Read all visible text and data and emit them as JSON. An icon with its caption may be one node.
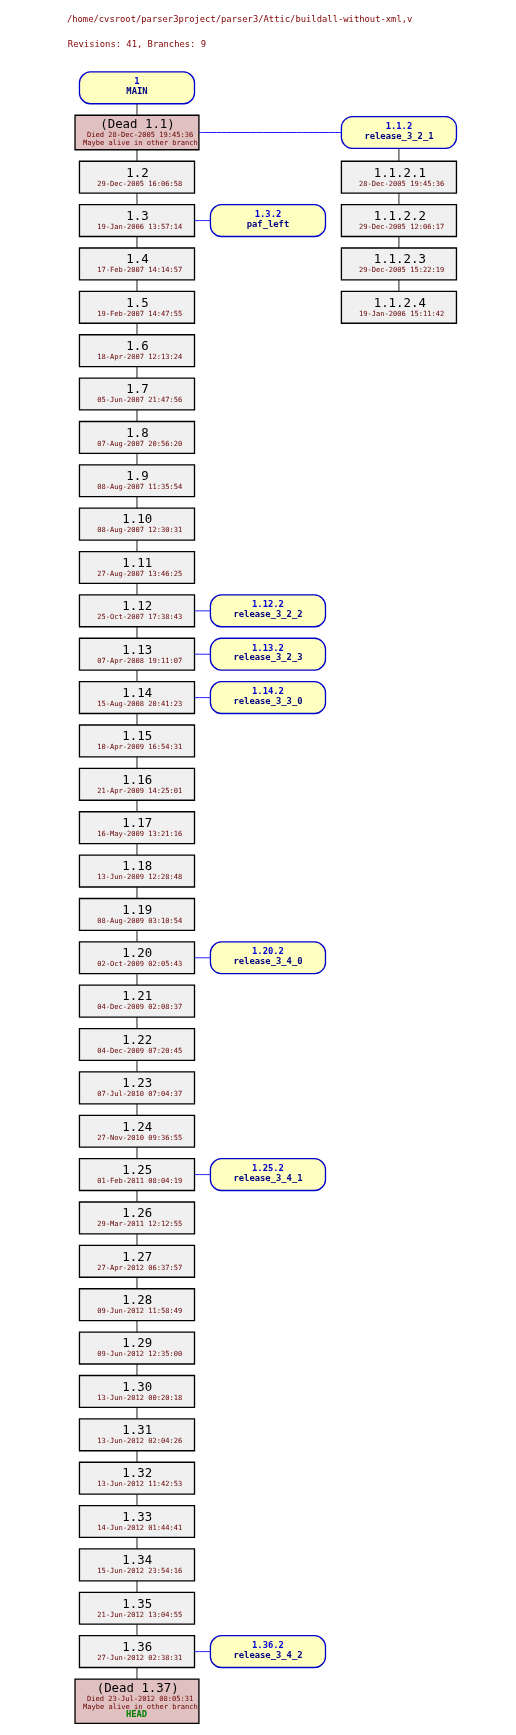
{
  "diagram": {
    "title": "/home/cvsroot/parser3project/parser3/Attic/buildall-without-xml,v",
    "labels": [
      "Revisions: 41, Branches: 9"
    ],
    "nodes": [
      {
        "text": [
          "1",
          "MAIN"
        ]
      },
      {
        "text": [
          "(Dead 1.1)",
          "Died 28-Dec-2005 19:45:36",
          "Maybe alive in other branch"
        ]
      },
      {
        "text": [
          "1.1.2",
          "release_3_2_1"
        ]
      },
      {
        "text": [
          "1.1.2.1",
          "28-Dec-2005 19:45:36"
        ]
      },
      {
        "text": [
          "1.1.2.2",
          "29-Dec-2005 12:06:17"
        ]
      },
      {
        "text": [
          "1.1.2.3",
          "29-Dec-2005 15:22:19"
        ]
      },
      {
        "text": [
          "1.1.2.4",
          "19-Jan-2006 15:11:42"
        ]
      },
      {
        "text": [
          "1.2",
          "29-Dec-2005 16:06:58"
        ]
      },
      {
        "text": [
          "1.3",
          "19-Jan-2006 13:57:14"
        ]
      },
      {
        "text": [
          "1.3.2",
          "paf_left"
        ]
      },
      {
        "text": [
          "1.4",
          "17-Feb-2007 14:14:57"
        ]
      },
      {
        "text": [
          "1.5",
          "19-Feb-2007 14:47:55"
        ]
      },
      {
        "text": [
          "1.6",
          "18-Apr-2007 12:13:24"
        ]
      },
      {
        "text": [
          "1.7",
          "05-Jun-2007 21:47:56"
        ]
      },
      {
        "text": [
          "1.8",
          "07-Aug-2007 20:56:20"
        ]
      },
      {
        "text": [
          "1.9",
          "08-Aug-2007 11:35:54"
        ]
      },
      {
        "text": [
          "1.10",
          "08-Aug-2007 12:30:31"
        ]
      },
      {
        "text": [
          "1.11",
          "27-Aug-2007 13:46:25"
        ]
      },
      {
        "text": [
          "1.12",
          "25-Oct-2007 17:38:43"
        ]
      },
      {
        "text": [
          "1.12.2",
          "release_3_2_2"
        ]
      },
      {
        "text": [
          "1.13",
          "07-Apr-2008 19:11:07"
        ]
      },
      {
        "text": [
          "1.13.2",
          "release_3_2_3"
        ]
      },
      {
        "text": [
          "1.14",
          "15-Aug-2008 20:41:23"
        ]
      },
      {
        "text": [
          "1.14.2",
          "release_3_3_0"
        ]
      },
      {
        "text": [
          "1.15",
          "10-Apr-2009 16:54:31"
        ]
      },
      {
        "text": [
          "1.16",
          "21-Apr-2009 14:25:01"
        ]
      },
      {
        "text": [
          "1.17",
          "16-May-2009 13:21:16"
        ]
      },
      {
        "text": [
          "1.18",
          "13-Jun-2009 12:28:48"
        ]
      },
      {
        "text": [
          "1.19",
          "08-Aug-2009 03:10:54"
        ]
      },
      {
        "text": [
          "1.20",
          "02-Oct-2009 02:05:43"
        ]
      },
      {
        "text": [
          "1.20.2",
          "release_3_4_0"
        ]
      },
      {
        "text": [
          "1.21",
          "04-Dec-2009 02:08:37"
        ]
      },
      {
        "text": [
          "1.22",
          "04-Dec-2009 07:20:45"
        ]
      },
      {
        "text": [
          "1.23",
          "07-Jul-2010 07:04:37"
        ]
      },
      {
        "text": [
          "1.24",
          "27-Nov-2010 09:36:55"
        ]
      },
      {
        "text": [
          "1.25",
          "01-Feb-2011 08:04:19"
        ]
      },
      {
        "text": [
          "1.25.2",
          "release_3_4_1"
        ]
      },
      {
        "text": [
          "1.26",
          "29-Mar-2011 12:12:55"
        ]
      },
      {
        "text": [
          "1.27",
          "27-Apr-2012 06:37:57"
        ]
      },
      {
        "text": [
          "1.28",
          "09-Jun-2012 11:58:49"
        ]
      },
      {
        "text": [
          "1.29",
          "09-Jun-2012 12:35:00"
        ]
      },
      {
        "text": [
          "1.30",
          "13-Jun-2012 00:20:18"
        ]
      },
      {
        "text": [
          "1.31",
          "13-Jun-2012 02:04:26"
        ]
      },
      {
        "text": [
          "1.32",
          "13-Jun-2012 11:42:53"
        ]
      },
      {
        "text": [
          "1.33",
          "14-Jun-2012 01:44:41"
        ]
      },
      {
        "text": [
          "1.34",
          "15-Jun-2012 23:54:16"
        ]
      },
      {
        "text": [
          "1.35",
          "21-Jun-2012 13:04:55"
        ]
      },
      {
        "text": [
          "1.36",
          "27-Jun-2012 02:38:31"
        ]
      },
      {
        "text": [
          "1.36.2",
          "release_3_4_2"
        ]
      },
      {
        "text": [
          "(Dead 1.37)",
          "Died 23-Jul-2012 08:05:31",
          "Maybe alive in other branch",
          "HEAD"
        ]
      }
    ],
    "edges": [
      {
        "from": 0,
        "to": 1,
        "arrow": "none"
      },
      {
        "from": 1,
        "to": 2,
        "arrow": "none",
        "color": "#0000ff"
      },
      {
        "from": 2,
        "to": 3,
        "arrow": "none"
      },
      {
        "from": 3,
        "to": 4,
        "arrow": "none"
      },
      {
        "from": 4,
        "to": 5,
        "arrow": "none"
      },
      {
        "from": 5,
        "to": 6,
        "arrow": "none"
      },
      {
        "from": 1,
        "to": 7,
        "arrow": "none"
      },
      {
        "from": 7,
        "to": 8,
        "arrow": "none"
      },
      {
        "from": 8,
        "to": 9,
        "arrow": "none",
        "color": "#0000ff"
      },
      {
        "from": 8,
        "to": 10,
        "arrow": "none"
      },
      {
        "from": 10,
        "to": 11,
        "arrow": "none"
      },
      {
        "from": 11,
        "to": 12,
        "arrow": "none"
      },
      {
        "from": 12,
        "to": 13,
        "arrow": "none"
      },
      {
        "from": 13,
        "to": 14,
        "arrow": "none"
      },
      {
        "from": 14,
        "to": 15,
        "arrow": "none"
      },
      {
        "from": 15,
        "to": 16,
        "arrow": "none"
      },
      {
        "from": 16,
        "to": 17,
        "arrow": "none"
      },
      {
        "from": 17,
        "to": 18,
        "arrow": "none"
      },
      {
        "from": 18,
        "to": 19,
        "arrow": "none",
        "color": "#0000ff"
      },
      {
        "from": 18,
        "to": 20,
        "arrow": "none"
      },
      {
        "from": 20,
        "to": 21,
        "arrow": "none",
        "color": "#0000ff"
      },
      {
        "from": 20,
        "to": 22,
        "arrow": "none"
      },
      {
        "from": 22,
        "to": 23,
        "arrow": "none",
        "color": "#0000ff"
      },
      {
        "from": 22,
        "to": 24,
        "arrow": "none"
      },
      {
        "from": 24,
        "to": 25,
        "arrow": "none"
      },
      {
        "from": 25,
        "to": 26,
        "arrow": "none"
      },
      {
        "from": 26,
        "to": 27,
        "arrow": "none"
      },
      {
        "from": 27,
        "to": 28,
        "arrow": "none"
      },
      {
        "from": 28,
        "to": 29,
        "arrow": "none"
      },
      {
        "from": 29,
        "to": 30,
        "arrow": "none",
        "color": "#0000ff"
      },
      {
        "from": 29,
        "to": 31,
        "arrow": "none"
      },
      {
        "from": 31,
        "to": 32,
        "arrow": "none"
      },
      {
        "from": 32,
        "to": 33,
        "arrow": "none"
      },
      {
        "from": 33,
        "to": 34,
        "arrow": "none"
      },
      {
        "from": 34,
        "to": 35,
        "arrow": "none"
      },
      {
        "from": 35,
        "to": 36,
        "arrow": "none",
        "color": "#0000ff"
      },
      {
        "from": 35,
        "to": 37,
        "arrow": "none"
      },
      {
        "from": 37,
        "to": 38,
        "arrow": "none"
      },
      {
        "from": 38,
        "to": 39,
        "arrow": "none"
      },
      {
        "from": 39,
        "to": 40,
        "arrow": "none"
      },
      {
        "from": 40,
        "to": 41,
        "arrow": "none"
      },
      {
        "from": 41,
        "to": 42,
        "arrow": "none"
      },
      {
        "from": 42,
        "to": 43,
        "arrow": "none"
      },
      {
        "from": 43,
        "to": 44,
        "arrow": "none"
      },
      {
        "from": 44,
        "to": 45,
        "arrow": "none"
      },
      {
        "from": 45,
        "to": 46,
        "arrow": "none"
      },
      {
        "from": 46,
        "to": 47,
        "arrow": "none"
      },
      {
        "from": 47,
        "to": 48,
        "arrow": "none",
        "color": "#0000ff"
      },
      {
        "from": 47,
        "to": 49,
        "arrow": "none"
      }
    ]
  }
}
